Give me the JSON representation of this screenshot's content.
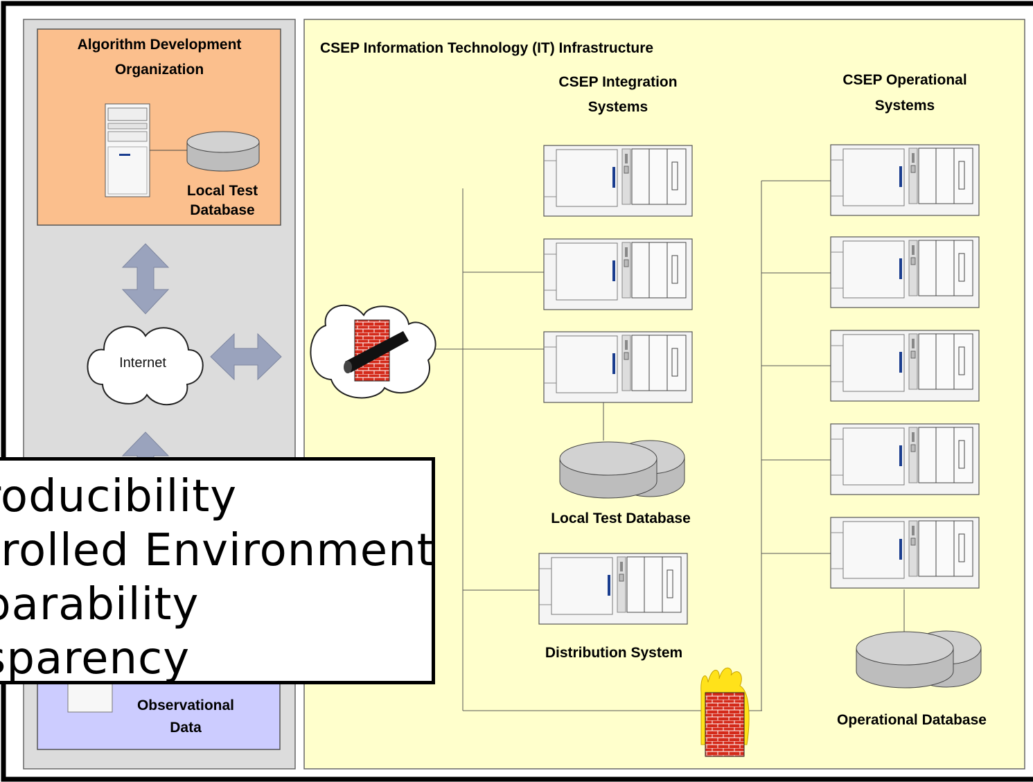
{
  "left_panel": {
    "org_title_line1": "Algorithm Development",
    "org_title_line2": "Organization",
    "local_db_line1": "Local Test",
    "local_db_line2": "Database",
    "internet_label": "Internet",
    "obs_line1": "Observational",
    "obs_line2": "Data"
  },
  "infrastructure": {
    "title": "CSEP Information Technology (IT) Infrastructure",
    "integration_line1": "CSEP Integration",
    "integration_line2": "Systems",
    "operational_line1": "CSEP Operational",
    "operational_line2": "Systems",
    "integration_db_label": "Local Test Database",
    "distribution_label": "Distribution System",
    "operational_db_label": "Operational Database"
  },
  "overlay_box": {
    "items": [
      "roducibility",
      "trolled Environment",
      "parability",
      "sparency"
    ]
  },
  "colors": {
    "org_box": "#fbbf8d",
    "left_panel": "#dcdcdc",
    "infra_panel": "#ffffcc",
    "obs_box": "#ccccff",
    "arrow": "#9aa3bd",
    "firewall": "#d42a1a"
  }
}
